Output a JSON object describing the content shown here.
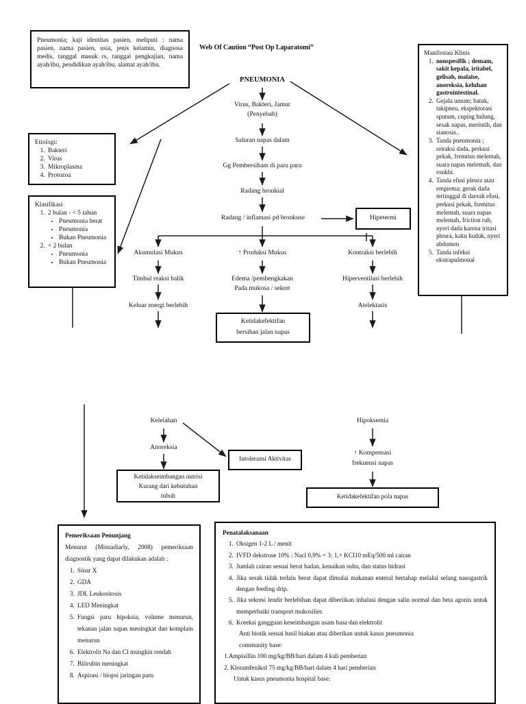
{
  "title": "Web Of Caution “Post Op Laparatomi”",
  "assessment_box": {
    "text": "Pneumonia; kaji identitas pasien, meliputi : nama pasien, nama pasien, usia, jenis kelamin, diagnosa medis, tanggal masuk rs, tanggal pengkajian, nama ayah/ibu, pendidikan ayah/ibu, alamat ayah/ibu."
  },
  "etiologi": {
    "heading": "Etiologi:",
    "items": [
      "Bakteri",
      "Virus",
      "Mikroplasma",
      "Protozoa"
    ]
  },
  "klasifikasi": {
    "heading": "Klasifikasi",
    "group1_label": "2 bulan - < 5 tahun",
    "group1_items": [
      "Pneumonia berat",
      "Pneumonia",
      "Bukan Pneumonia"
    ],
    "group2_label": "< 2 bulan",
    "group2_items": [
      "Pneumonia",
      "Bukan Pneumonia"
    ]
  },
  "manifestasi": {
    "heading": "Manifestasi Klinis",
    "items": [
      "nonspesifik ; demam, sakit kepala, iritabel, gelisah, malaise, anoreksia, keluhan gastrointestinal.",
      "Gejala umum; batuk, takipneu, ekspektorasi sputum, cuping hidung, sesak napas, merintih, dan sianosis..",
      "Tanda pneumonia ; retraksi dada, perkusi pekak, fremitus melemah, suara napas melemah, dan ronkhi.",
      "Tanda efusi pleura atau empiema; gerak dada tertinggal di daerah efusi, perkusi pekak, fremitus melemah, suara napas melemah, friction rub, nyeri dada karena iritasi pleura, kaku kuduk, nyeri abdomen",
      "Tanda infeksi ekstrapulmonal"
    ]
  },
  "flow": {
    "pneumonia": "PNEUMONIA",
    "penyebab_line1": "Virus, Bakteri, Jamur",
    "penyebab_line2": "(Penyebab)",
    "saluran": "Saluran napas dalam",
    "gg_pembersihan": "Gg Pembersiham di paru paru",
    "radang_bronkial": "Radang bronkial",
    "radang_inflamasi": "Radang / inflamasi pd bronkuse",
    "hipetermi": "Hipetermi"
  },
  "branch_left": {
    "n1": "Akumulasi Mukus",
    "n2": "Timbul reaksi balik",
    "n3": "Keluar energi berlebih"
  },
  "branch_mid": {
    "n1": "↑ Produksi Mukus",
    "n2_line1": "Edema /pembengkakan",
    "n2_line2": "Pada mukosa / sekret",
    "diagnosis_line1": "Ketidakefektifan",
    "diagnosis_line2": "bersihan jalan napas"
  },
  "branch_right": {
    "n1": "Kontraksi berlebih",
    "n2": "Hiperventilasi berlebih",
    "n3": "Atelektasis"
  },
  "lower": {
    "kelelahan": "Kelelahan",
    "anoreksia": "Anoreksia",
    "intoleransi": "Intoleransi Aktivitas",
    "nutrisi_line1": "Ketidakseimbangan nutrisi",
    "nutrisi_line2": "Kurang dari kebutuhan",
    "nutrisi_line3": "tubuh",
    "hipoksemia": "Hipoksemia",
    "kompensasi_line1": "↑ Kompensasi",
    "kompensasi_line2": "frekuensi napas",
    "pola_napas": "Ketidakefektifan pola napas"
  },
  "pemeriksaan": {
    "heading": "Pemeriksaan Penunjang",
    "intro": "Menurut (Misnadiarly, 2008) pemeriksaan diagnostik yang dapat dilakukan adalah :",
    "items": [
      "Sinar X",
      "GDA",
      "JDL Leukositosis",
      "LED Meningkat",
      "Fungsi paru hipoksia, volume menurun, tekanan jalan napas meningkat dan komplain menurun",
      "Elektrolit Na dan CI mungkin rendah",
      "Bilirubin meningkat",
      "Aspirasi / biopsi jaringan paru"
    ]
  },
  "penatalaksanaan": {
    "heading": "Penatalaksanaan",
    "items": [
      "Oksigen 1-2 L / menit",
      "IVFD dekstrose 10% : Nacl 0,9% = 3: 1,+ KCI10 mEq/500 ml cairan",
      "Jumlah cairan sesuai berat badan, kenaikan suhu, dan status hidrasi",
      "Jika sesak tidak terlalu berat dapat dimulai makanan enteral bertahap melalui selang nasogastrik dengan feeding drip.",
      "Jika sekresi lendir berlebihan dapat diberiikan inhalasi dengan salin normal dan beta agonis untuk memperbaiki transport mukosilier.",
      "Koreksi gangguan keseimbangan asam basa dan elektrolit"
    ],
    "sub_line1": "Anti biotik sesuai hasil biakan atau diberikan untuk kasus pneumonia",
    "sub_line2": "community base:",
    "drug1": "1.Ampisillin 100 mg/kg/BB/hari dalam 4 kali pemberian",
    "drug2": "2. Kloramfenikol 75 mg/kg/BB/hari dalam 4 hari pemberian",
    "drug_note": "Untuk kasus pneumonia hospital base:"
  },
  "colors": {
    "stroke": "#1a1a1a",
    "background": "#ffffff"
  }
}
